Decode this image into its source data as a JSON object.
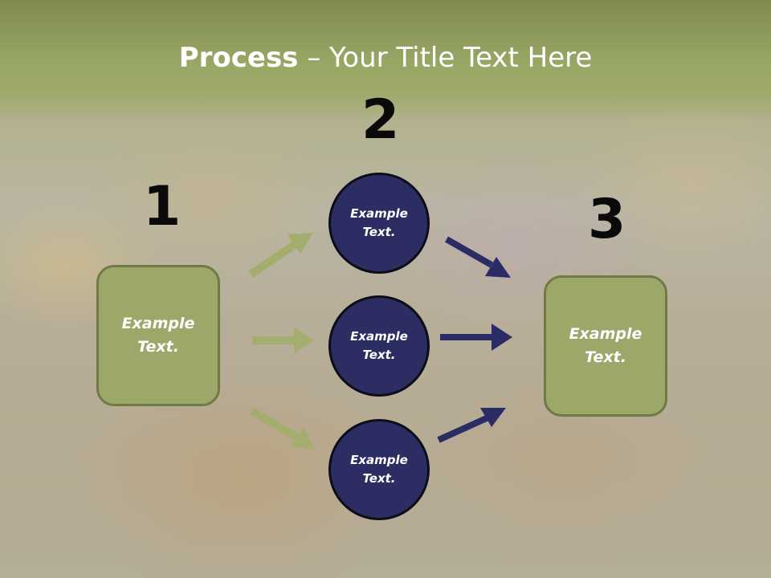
{
  "slide": {
    "title_bold": "Process",
    "title_rest": " – Your Title Text Here"
  },
  "steps": {
    "step1_number": "1",
    "step2_number": "2",
    "step3_number": "3"
  },
  "nodes": {
    "left_box": "Example\nText.",
    "circle_top": "Example\nText.",
    "circle_middle": "Example\nText.",
    "circle_bottom": "Example\nText.",
    "right_box": "Example\nText."
  },
  "colors": {
    "box_fill": "#9ca86a",
    "circle_fill": "#2c2d62",
    "green_arrow": "#a3ae6e",
    "navy_arrow": "#2b2c66"
  }
}
